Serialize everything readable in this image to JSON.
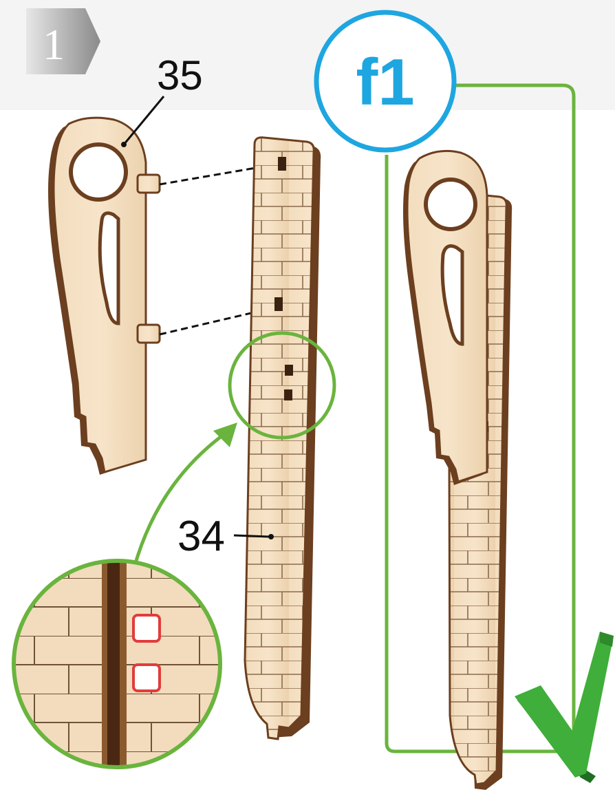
{
  "step": {
    "number": "1"
  },
  "labels": {
    "part_top": "35",
    "part_wall": "34",
    "result_badge": "f1"
  },
  "colors": {
    "wood_light": "#f1d9b8",
    "wood_edge": "#6b3f1f",
    "wood_dark": "#4a2712",
    "brick_line": "#8a6a4c",
    "accent_green": "#6ab43e",
    "badge_blue": "#1ea6e0",
    "check_green": "#3fae3a",
    "highlight_red": "#e33b3b",
    "step_gray": "#9c9c9c"
  },
  "icons": {
    "step_marker": "step-chevron",
    "approval": "checkmark-icon",
    "zoom": "magnifier-circle"
  }
}
